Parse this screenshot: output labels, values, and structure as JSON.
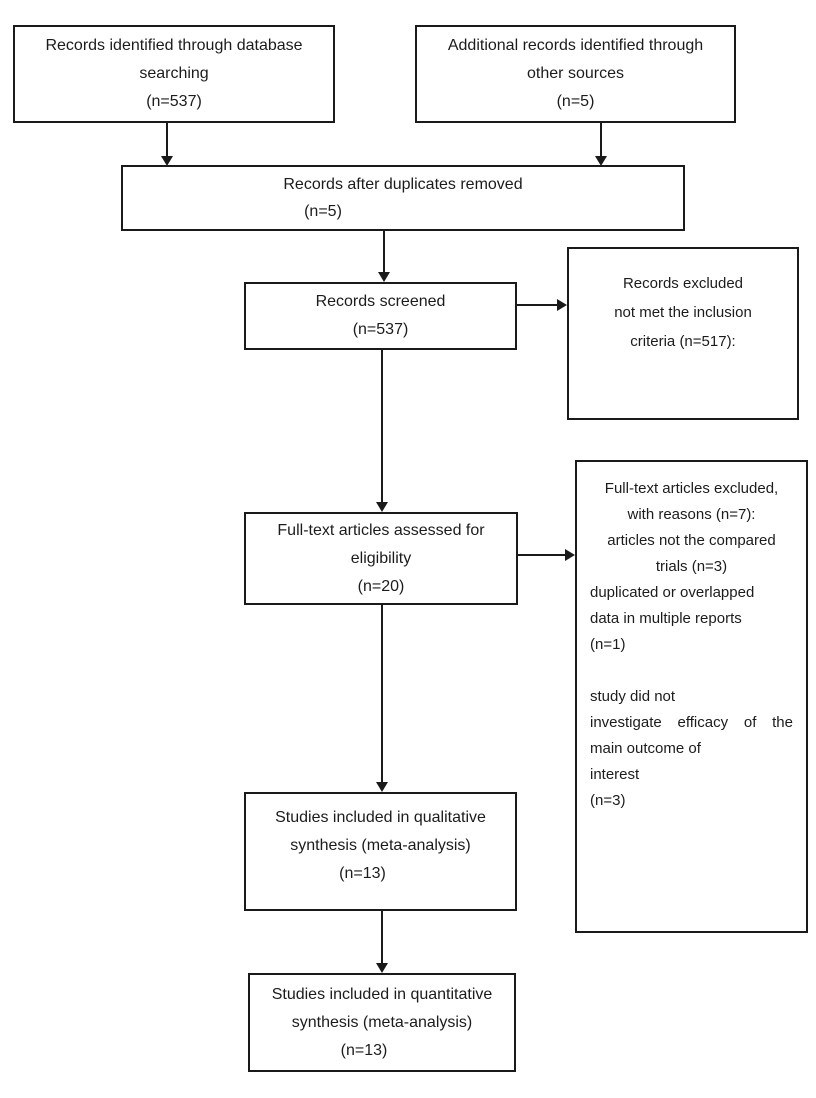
{
  "colors": {
    "background": "#ffffff",
    "border": "#1a1a1a",
    "text": "#1c1c1c"
  },
  "boxes": {
    "identified_database": {
      "lines": [
        "Records identified through database",
        "searching",
        "(n=537)"
      ]
    },
    "identified_other": {
      "lines": [
        "Additional records identified through",
        "other sources",
        "(n=5)"
      ]
    },
    "duplicates_removed": {
      "lines": [
        "Records after duplicates removed",
        "(n=5)"
      ]
    },
    "screened": {
      "lines": [
        "Records screened",
        "(n=537)"
      ]
    },
    "records_excluded": {
      "lines": [
        "Records excluded",
        "not met the inclusion",
        "criteria (n=517):"
      ]
    },
    "fulltext_assessed": {
      "lines": [
        "Full-text articles assessed for",
        "eligibility",
        "(n=20)"
      ]
    },
    "fulltext_excluded": {
      "lines": [
        "Full-text articles excluded,",
        "with reasons (n=7):",
        "articles not the compared",
        "trials (n=3)",
        "duplicated or overlapped",
        "data in multiple reports",
        "(n=1)",
        "",
        "study did not",
        "investigate efficacy of the",
        "main outcome of",
        "interest",
        "(n=3)"
      ]
    },
    "qualitative_synthesis": {
      "lines": [
        "Studies included in qualitative",
        "synthesis (meta-analysis)",
        "(n=13)"
      ]
    },
    "quantitative_synthesis": {
      "lines": [
        "Studies included in quantitative",
        "synthesis (meta-analysis)",
        "(n=13)"
      ]
    }
  }
}
